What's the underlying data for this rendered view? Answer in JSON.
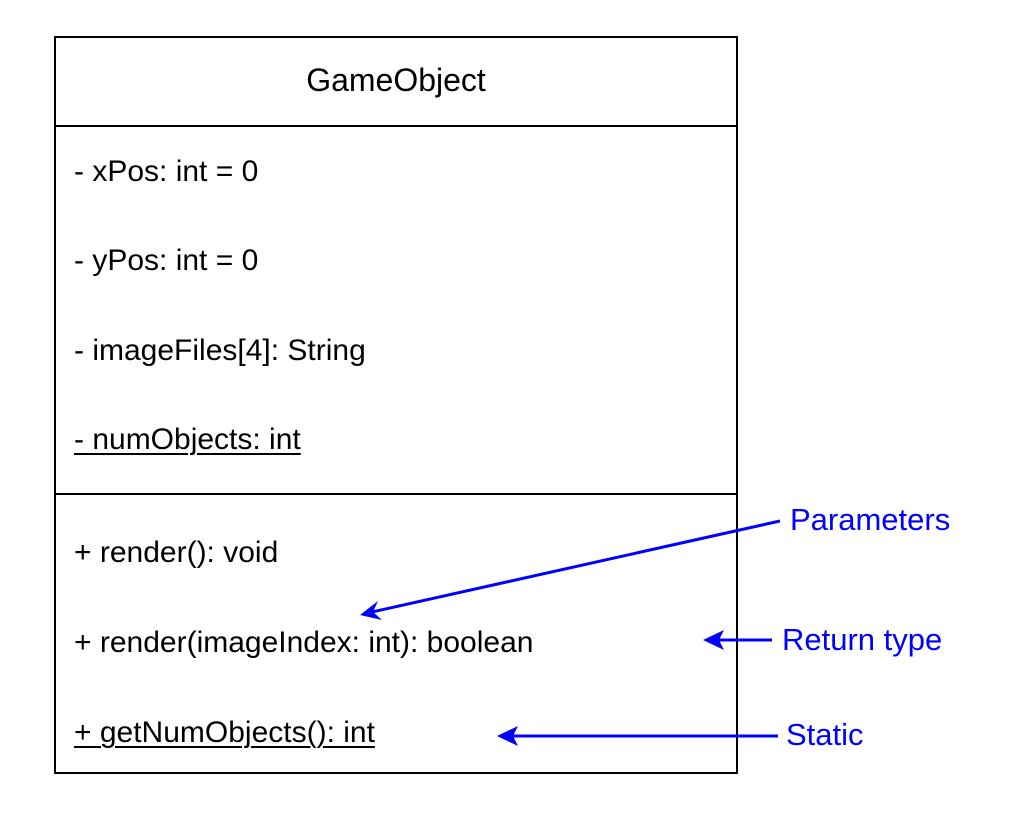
{
  "class_box": {
    "name": "GameObject",
    "attributes": [
      {
        "text": "- xPos: int = 0",
        "static": false
      },
      {
        "text": "- yPos: int = 0",
        "static": false
      },
      {
        "text": "- imageFiles[4]: String",
        "static": false
      },
      {
        "text": "- numObjects: int",
        "static": true
      }
    ],
    "operations": [
      {
        "text": "+ render(): void",
        "static": false
      },
      {
        "text": "+ render(imageIndex: int): boolean",
        "static": false
      },
      {
        "text": "+ getNumObjects(): int",
        "static": true
      }
    ]
  },
  "annotations": {
    "parameters": "Parameters",
    "return_type": "Return type",
    "static": "Static"
  },
  "colors": {
    "annotation": "#0000ff",
    "outline": "#000000"
  }
}
